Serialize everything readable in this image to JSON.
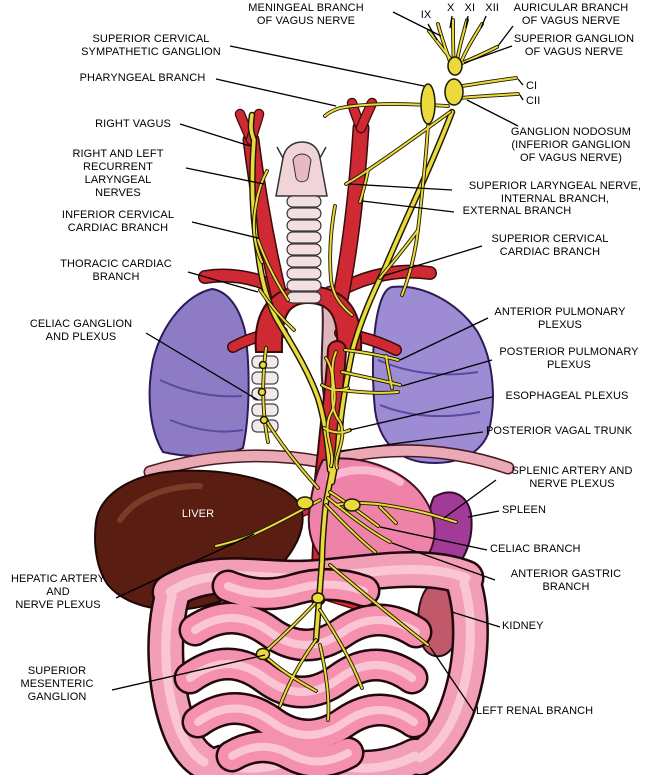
{
  "labels": {
    "meningeal_branch": "MENINGEAL BRANCH\nOF VAGUS NERVE",
    "cranial_ix": "IX",
    "cranial_x_xi_xii": "X XI XII",
    "auricular_branch": "AURICULAR BRANCH\nOF VAGUS NERVE",
    "superior_cervical_sympathetic_ganglion": "SUPERIOR CERVICAL\nSYMPATHETIC GANGLION",
    "superior_ganglion_vagus": "SUPERIOR GANGLION\nOF VAGUS NERVE",
    "pharyngeal_branch": "PHARYNGEAL BRANCH",
    "ci": "CI",
    "cii": "CII",
    "right_vagus": "RIGHT VAGUS",
    "ganglion_nodosum": "GANGLION NODOSUM\n(INFERIOR GANGLION\nOF VAGUS NERVE)",
    "recurrent_laryngeal": "RIGHT AND LEFT\nRECURRENT LARYNGEAL\nNERVES",
    "superior_laryngeal": "SUPERIOR LARYNGEAL NERVE,\nINTERNAL BRANCH,",
    "external_branch": "EXTERNAL BRANCH",
    "inferior_cervical_cardiac": "INFERIOR CERVICAL\nCARDIAC BRANCH",
    "superior_cervical_cardiac": "SUPERIOR CERVICAL\nCARDIAC BRANCH",
    "thoracic_cardiac": "THORACIC CARDIAC\nBRANCH",
    "celiac_ganglion": "CELIAC GANGLION\nAND PLEXUS",
    "anterior_pulmonary": "ANTERIOR PULMONARY\nPLEXUS",
    "posterior_pulmonary": "POSTERIOR PULMONARY\nPLEXUS",
    "esophageal_plexus": "ESOPHAGEAL PLEXUS",
    "posterior_vagal_trunk": "POSTERIOR VAGAL TRUNK",
    "splenic_artery": "SPLENIC ARTERY AND\nNERVE PLEXUS",
    "liver": "LIVER",
    "spleen": "SPLEEN",
    "celiac_branch": "CELIAC BRANCH",
    "anterior_gastric": "ANTERIOR GASTRIC\nBRANCH",
    "hepatic_artery": "HEPATIC ARTERY\nAND\nNERVE PLEXUS",
    "kidney": "KIDNEY",
    "superior_mesenteric": "SUPERIOR\nMESENTERIC\nGANGLION",
    "left_renal": "LEFT RENAL BRANCH"
  },
  "colors": {
    "nerve_yellow": "#ecd93d",
    "artery_red": "#cf2a33",
    "lung_purple": "#8d7bc5",
    "lung_purple_light": "#9d8bd4",
    "liver_brown": "#5a1d12",
    "stomach_pink": "#ef82a8",
    "spleen_magenta": "#a23a97",
    "kidney_red": "#c2596b",
    "intestine_pink": "#f29eb6",
    "label_color": "#000000",
    "background": "#ffffff"
  }
}
